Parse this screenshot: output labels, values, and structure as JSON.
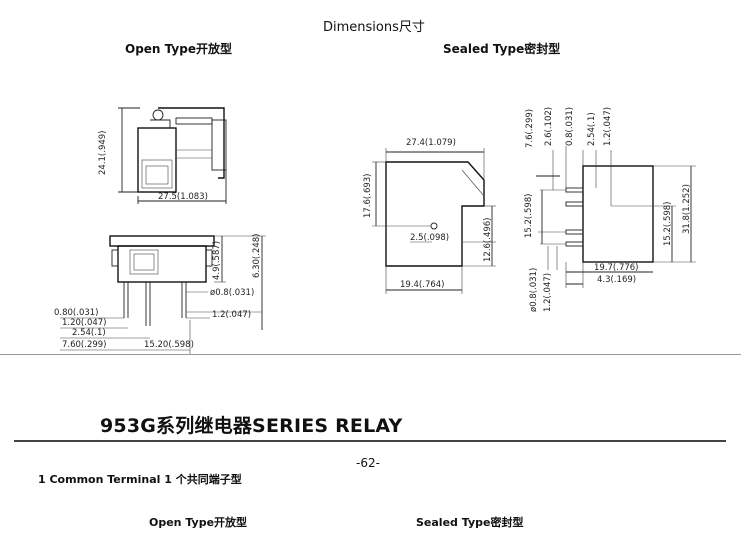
{
  "header": {
    "dimensions_title": "Dimensions尺寸",
    "open_type": "Open Type开放型",
    "sealed_type": "Sealed Type密封型"
  },
  "open_type_dims": {
    "height": "24.1(.949)",
    "width": "27.5(1.083)",
    "d_4_9": "4.9(.587)",
    "d_6_30": "6.30(.248)",
    "pin_diam": "ø0.8(.031)",
    "d_1_2_right": "1.2(.047)",
    "d_0_80": "0.80(.031)",
    "d_1_20": "1.20(.047)",
    "d_2_54": "2.54(.1)",
    "d_7_60": "7.60(.299)",
    "d_15_20": "15.20(.598)"
  },
  "sealed_type_dims": {
    "d_27_4": "27.4(1.079)",
    "d_17_6": "17.6(.693)",
    "d_2_5": "2.5(.098)",
    "d_12_6": "12.6(.496)",
    "d_19_4": "19.4(.764)",
    "d_7_6": "7.6(.299)",
    "d_2_6": "2.6(.102)",
    "d_0_8": "0.8(.031)",
    "d_2_54": "2.54(.1)",
    "d_1_2": "1.2(.047)",
    "d_15_2_left": "15.2(.598)",
    "d_15_2_right": "15.2(.598)",
    "d_31_8": "31.8(1.252)",
    "d_19_7": "19.7(.776)",
    "d_4_3": "4.3(.169)",
    "pin_diam": "ø0.8(.031)",
    "d_1_2_bottom": "1.2(.047)"
  },
  "relay_title": "953G系列继电器SERIES RELAY",
  "page_number": "-62-",
  "section": {
    "common_terminal": "1 Common Terminal  1 个共同端子型",
    "open_type": "Open Type开放型",
    "sealed_type": "Sealed Type密封型"
  }
}
